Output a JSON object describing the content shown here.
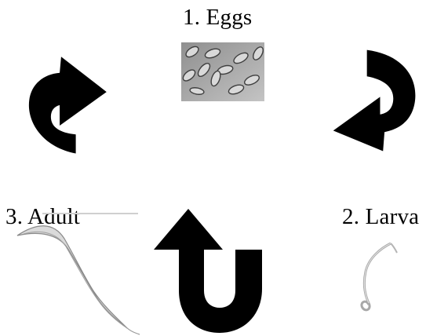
{
  "stages": [
    {
      "label": "1. Eggs"
    },
    {
      "label": "2. Larva"
    },
    {
      "label": "3. Adult"
    }
  ],
  "colors": {
    "arrow": "#000000",
    "label": "#000000",
    "background": "#ffffff"
  },
  "icons": {
    "cycle_arrow_1": "curved-arrow-icon",
    "cycle_arrow_2": "curved-arrow-icon",
    "cycle_arrow_3": "curved-arrow-icon"
  }
}
